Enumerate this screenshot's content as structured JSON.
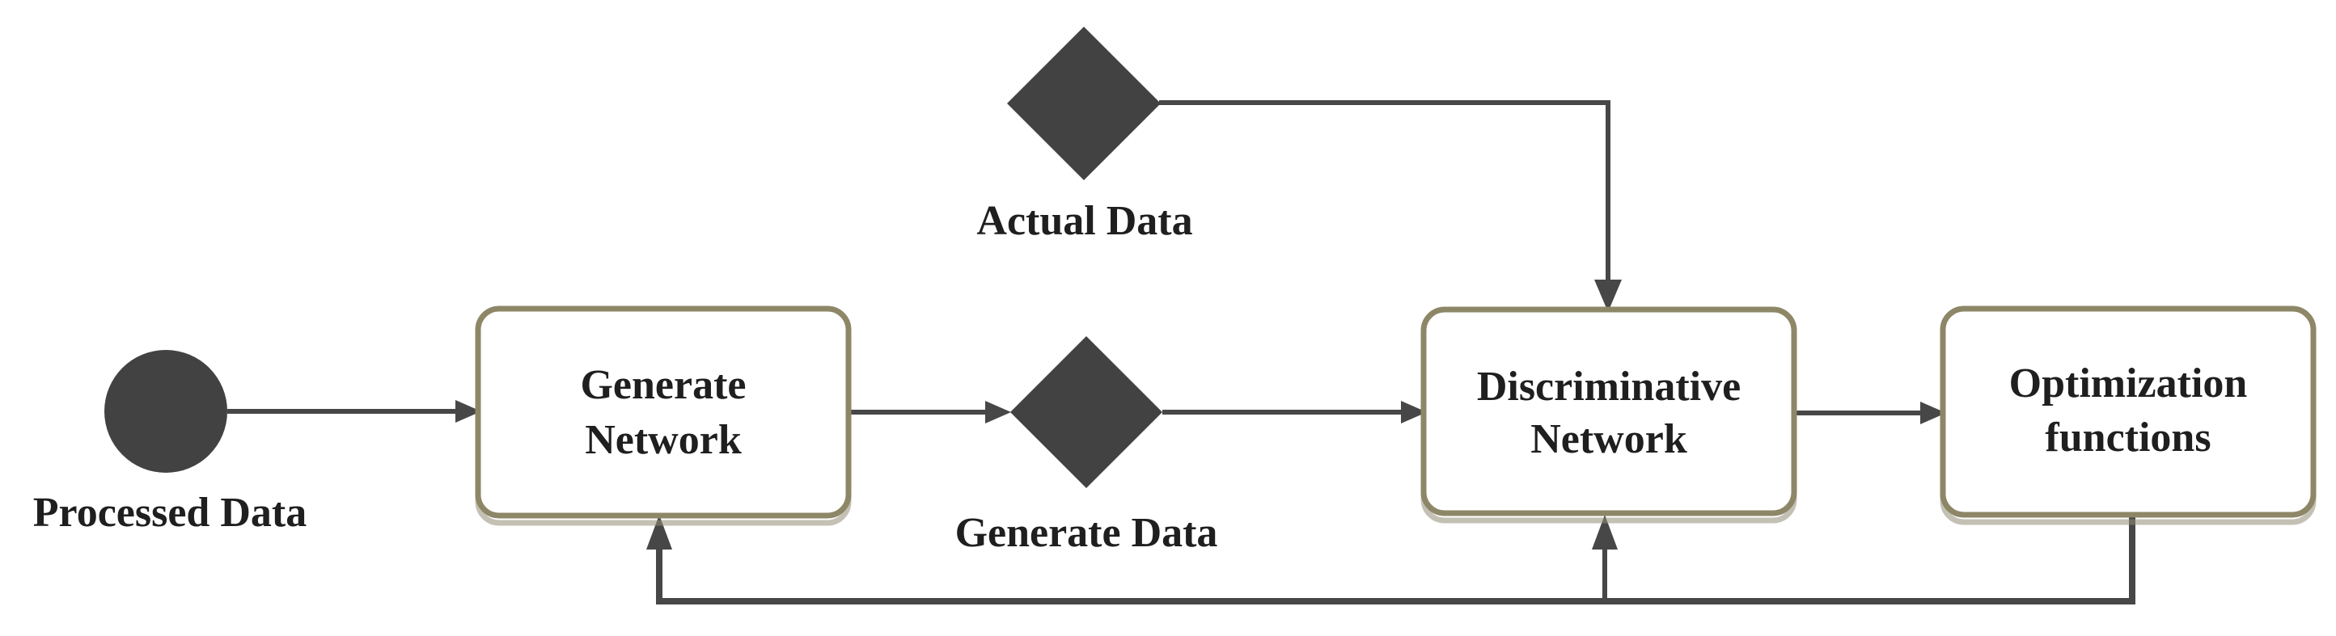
{
  "diagram": {
    "nodes": {
      "processed_data": {
        "label": "Processed Data"
      },
      "generate_network": {
        "line1": "Generate",
        "line2": "Network"
      },
      "generate_data": {
        "label": "Generate Data"
      },
      "actual_data": {
        "label": "Actual Data"
      },
      "discriminative_network": {
        "line1": "Discriminative",
        "line2": "Network"
      },
      "optimization_functions": {
        "line1": "Optimization",
        "line2": "functions"
      }
    },
    "colors": {
      "background": "#ffffff",
      "shape_fill": "#424242",
      "line": "#474747",
      "box_border": "#8d8768",
      "box_fill": "#ffffff",
      "text": "#1f1f1f"
    }
  }
}
